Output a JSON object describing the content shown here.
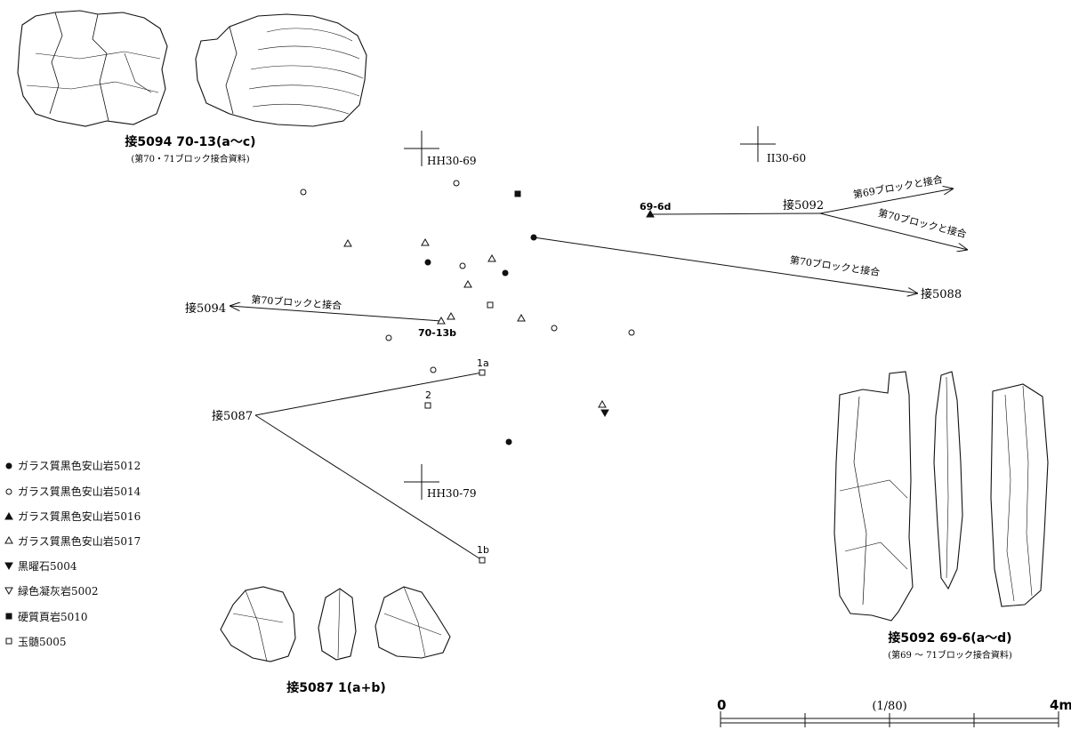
{
  "grid_points": [
    {
      "label": "HH30-69"
    },
    {
      "label": "II30-60"
    },
    {
      "label": "HH30-79"
    }
  ],
  "captions": {
    "top_left": {
      "title": "接5094 70-13(a〜c)",
      "sub": "(第70・71ブロック接合資料)"
    },
    "right": {
      "title": "接5092 69-6(a〜d)",
      "sub": "(第69 〜 71ブロック接合資料)"
    },
    "bottom": {
      "title": "接5087 1(a+b)"
    }
  },
  "conn_labels": {
    "j5094": "接5094",
    "j5092": "接5092",
    "j5088": "接5088",
    "j5087": "接5087",
    "note_5094": "第70ブロックと接合",
    "note_69": "第69ブロックと接合",
    "note_70a": "第70ブロックと接合",
    "note_70b": "第70ブロックと接合"
  },
  "item_labels": {
    "i69_6d": "69-6d",
    "i70_13b": "70-13b",
    "i1a": "1a",
    "i2": "2",
    "i1b": "1b"
  },
  "legend": [
    {
      "symbol": "filled-circle",
      "label": "ガラス質黒色安山岩5012"
    },
    {
      "symbol": "open-circle",
      "label": "ガラス質黒色安山岩5014"
    },
    {
      "symbol": "filled-triangle",
      "label": "ガラス質黒色安山岩5016"
    },
    {
      "symbol": "open-triangle",
      "label": "ガラス質黒色安山岩5017"
    },
    {
      "symbol": "filled-inverted-triangle",
      "label": "黒曜石5004"
    },
    {
      "symbol": "open-inverted-triangle",
      "label": "緑色凝灰岩5002"
    },
    {
      "symbol": "filled-square",
      "label": "硬質頁岩5010"
    },
    {
      "symbol": "open-square",
      "label": "玉髄5005"
    }
  ],
  "scale": {
    "start": "0",
    "end": "4m",
    "ratio": "(1/80)"
  }
}
